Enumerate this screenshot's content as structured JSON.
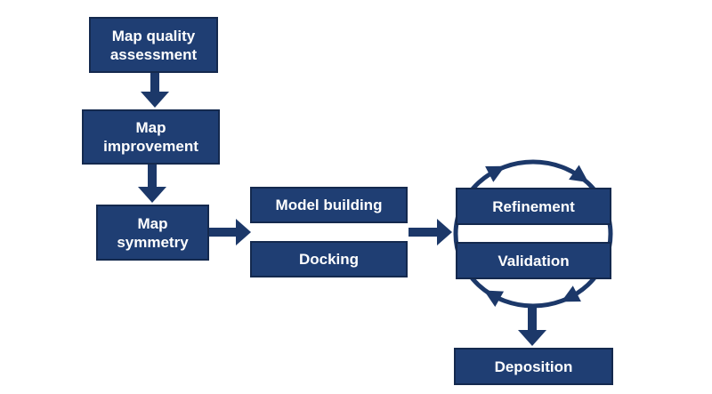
{
  "diagram": {
    "boxes": [
      {
        "id": "map-quality-assessment",
        "label": "Map quality assessment",
        "lines": [
          "Map quality",
          "assessment"
        ]
      },
      {
        "id": "map-improvement",
        "label": "Map improvement",
        "lines": [
          "Map",
          "improvement"
        ]
      },
      {
        "id": "map-symmetry",
        "label": "Map symmetry",
        "lines": [
          "Map",
          "symmetry"
        ]
      },
      {
        "id": "model-building",
        "label": "Model building",
        "lines": [
          "Model building"
        ]
      },
      {
        "id": "docking",
        "label": "Docking",
        "lines": [
          "Docking"
        ]
      },
      {
        "id": "refinement",
        "label": "Refinement",
        "lines": [
          "Refinement"
        ]
      },
      {
        "id": "validation",
        "label": "Validation",
        "lines": [
          "Validation"
        ]
      },
      {
        "id": "deposition",
        "label": "Deposition",
        "lines": [
          "Deposition"
        ]
      }
    ],
    "edges": [
      {
        "from": "map-quality-assessment",
        "to": "map-improvement",
        "type": "arrow",
        "direction": "down"
      },
      {
        "from": "map-improvement",
        "to": "map-symmetry",
        "type": "arrow",
        "direction": "down"
      },
      {
        "from": "map-symmetry",
        "to": "model-building / docking",
        "type": "arrow",
        "direction": "right"
      },
      {
        "from": "model-building / docking",
        "to": "refinement / validation",
        "type": "arrow",
        "direction": "right"
      },
      {
        "from": "refinement",
        "to": "validation",
        "type": "cycle",
        "direction": "clockwise"
      },
      {
        "from": "refinement / validation",
        "to": "deposition",
        "type": "arrow",
        "direction": "down"
      }
    ],
    "colors": {
      "box_fill": "#1F3E73",
      "box_border": "#14294E",
      "arrow": "#1C3869",
      "text": "#FFFFFF",
      "background": "#FFFFFF"
    }
  }
}
